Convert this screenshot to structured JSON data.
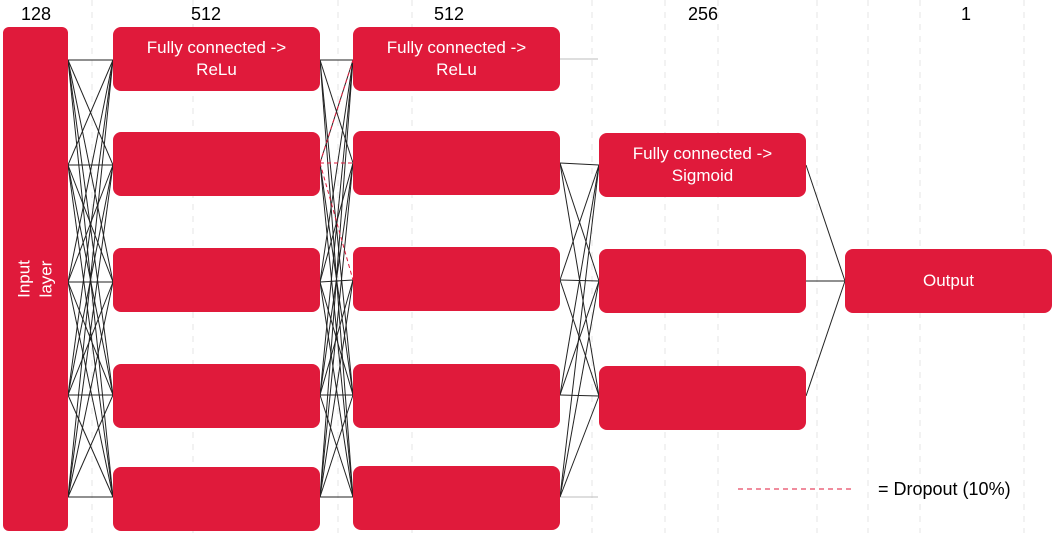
{
  "layers": [
    {
      "size": "128",
      "label": "Input layer"
    },
    {
      "size": "512",
      "label": "Fully connected -> ReLu"
    },
    {
      "size": "512",
      "label": "Fully connected -> ReLu"
    },
    {
      "size": "256",
      "label": "Fully connected -> Sigmoid"
    },
    {
      "size": "1",
      "label": "Output"
    }
  ],
  "legend": {
    "dropout_label": "= Dropout (10%)"
  },
  "colors": {
    "node_fill": "#e01a3b",
    "node_text": "#ffffff",
    "connection": "#222222",
    "dropout_line": "#e01a3b",
    "grid": "#e6e6e6"
  }
}
